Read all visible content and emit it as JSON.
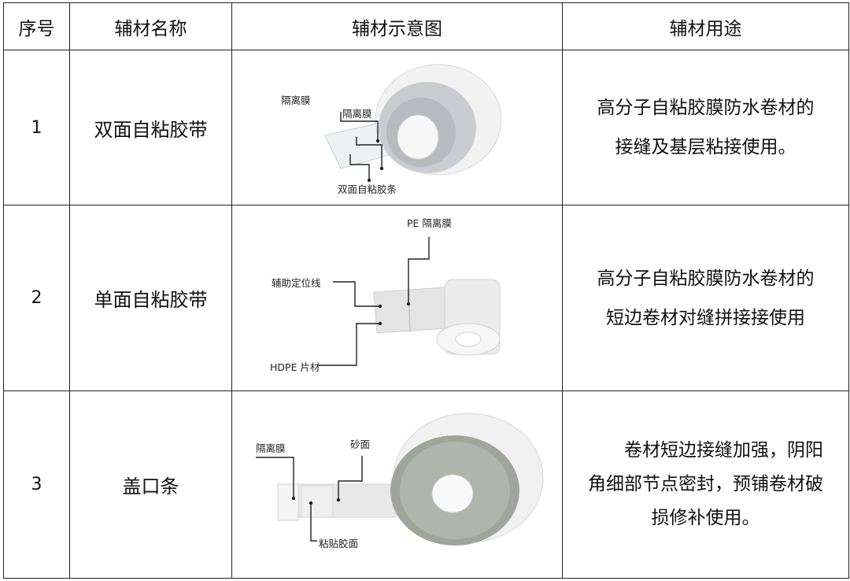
{
  "headers": [
    "序号",
    "辅材名称",
    "辅材示意图",
    "辅材用途"
  ],
  "rows": [
    {
      "no": "1",
      "name": "双面自粘胶带",
      "labels": [
        "隔离膜",
        "隔离膜",
        "双面自粘胶条"
      ],
      "use": [
        "高分子自粘胶膜防水卷材的",
        "接缝及基层粘接使用。"
      ]
    },
    {
      "no": "2",
      "name": "单面自粘胶带",
      "labels": [
        "PE 隔离膜",
        "辅助定位线",
        "HDPE 片材"
      ],
      "use": [
        "高分子自粘胶膜防水卷材的",
        "短边卷材对缝拼接接使用"
      ]
    },
    {
      "no": "3",
      "name": "盖口条",
      "labels": [
        "隔离膜",
        "砂面",
        "粘贴胶面"
      ],
      "use": [
        "卷材短边接缝加强，阴阳",
        "角细部节点密封，预铺卷材破",
        "损修补使用。"
      ]
    }
  ]
}
